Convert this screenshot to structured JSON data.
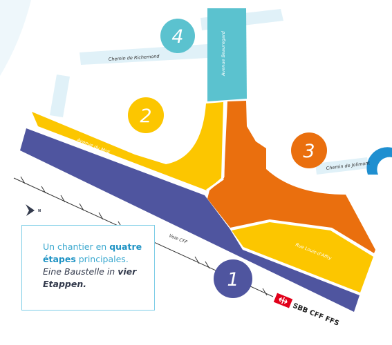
{
  "map": {
    "streets": {
      "richemond": "Chemin de Richemond",
      "beauregard": "Avenue Beauregard",
      "midi": "Avenue du Midi",
      "jolimont": "Chemin de Jolimont",
      "louis_dafry": "Rue Louis-d'Affry",
      "voie_cff": "Voie CFF"
    },
    "stages": [
      {
        "id": "1",
        "label": "1",
        "color": "#4f559f"
      },
      {
        "id": "2",
        "label": "2",
        "color": "#fcc600"
      },
      {
        "id": "3",
        "label": "3",
        "color": "#ea6f0e"
      },
      {
        "id": "4",
        "label": "4",
        "color": "#5bc2cf"
      }
    ],
    "north_label": "N",
    "sbb_brand": "SBB CFF FFS",
    "colors": {
      "light_blue_road": "#e0f1f8",
      "sbb_red": "#e1001a",
      "box_border": "#7ccde6"
    }
  },
  "info": {
    "fr_prefix": "Un chantier en ",
    "fr_bold": "quatre étapes",
    "fr_suffix": " principales.",
    "de_prefix": "Eine Baustelle in ",
    "de_bold": "vier Etappen."
  }
}
